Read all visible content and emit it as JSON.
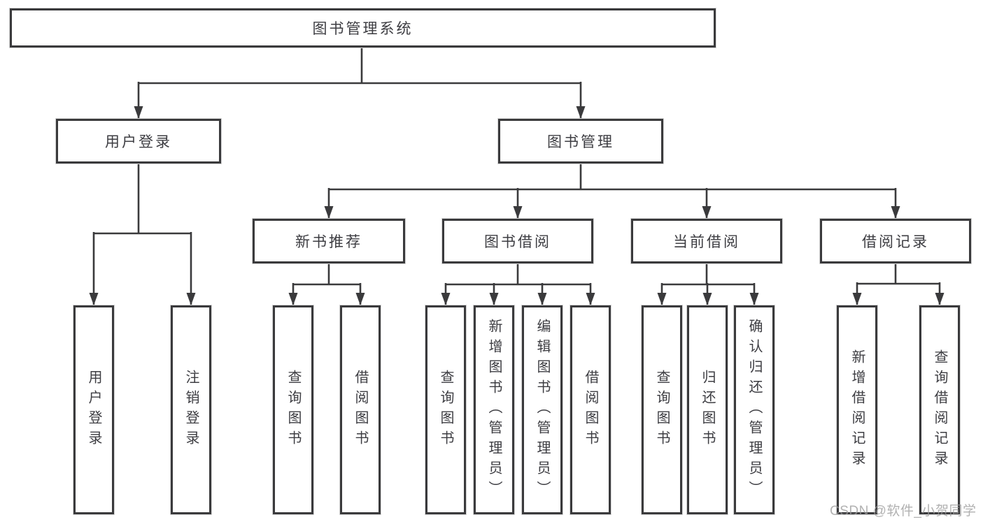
{
  "title": "图书管理系统",
  "level2": {
    "user_login": "用户登录",
    "book_management": "图书管理"
  },
  "level3": {
    "new_book_recommend": "新书推荐",
    "book_borrow": "图书借阅",
    "current_borrow": "当前借阅",
    "borrow_records": "借阅记录"
  },
  "leaves": {
    "user_login": {
      "login": "用户登录",
      "logout": "注销登录"
    },
    "new_book_recommend": {
      "query_books": "查询图书",
      "borrow_books": "借阅图书"
    },
    "book_borrow": {
      "query_books": "查询图书",
      "add_books_admin": "新增图书（管理员）",
      "edit_books_admin": "编辑图书（管理员）",
      "borrow_books": "借阅图书"
    },
    "current_borrow": {
      "query_books": "查询图书",
      "return_books": "归还图书",
      "confirm_return_admin": "确认归还（管理员）"
    },
    "borrow_records": {
      "add_record": "新增借阅记录",
      "query_record": "查询借阅记录"
    }
  },
  "watermark": "CSDN @软件_小贺同学",
  "colors": {
    "line": "#3a3a3c",
    "text": "#3d3d42",
    "box_border": "#3a3a3c",
    "watermark": "#9e9e9e",
    "background": "#ffffff"
  }
}
